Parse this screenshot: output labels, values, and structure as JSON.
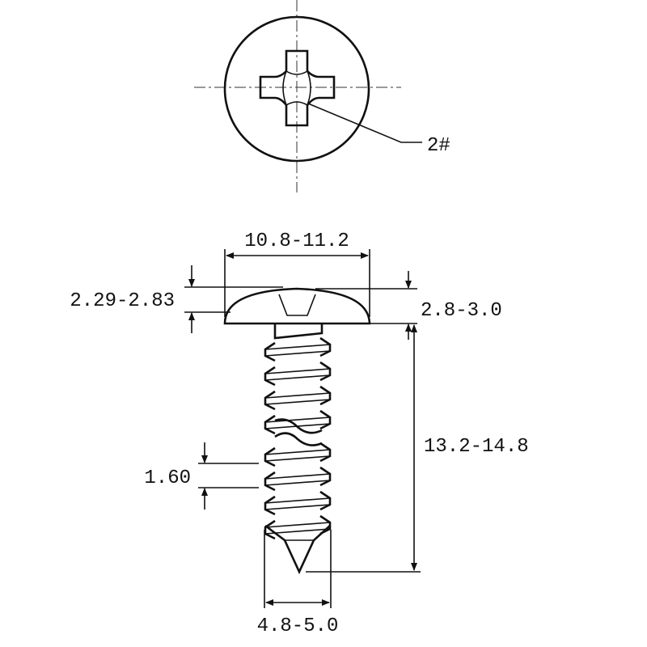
{
  "top_view": {
    "drive_label": "2#"
  },
  "side_view": {
    "head_diameter": "10.8-11.2",
    "head_height_left": "2.29-2.83",
    "head_height_right": "2.8-3.0",
    "length": "13.2-14.8",
    "thread_pitch": "1.60",
    "thread_diameter": "4.8-5.0"
  },
  "colors": {
    "line": "#111111",
    "background": "#ffffff"
  }
}
